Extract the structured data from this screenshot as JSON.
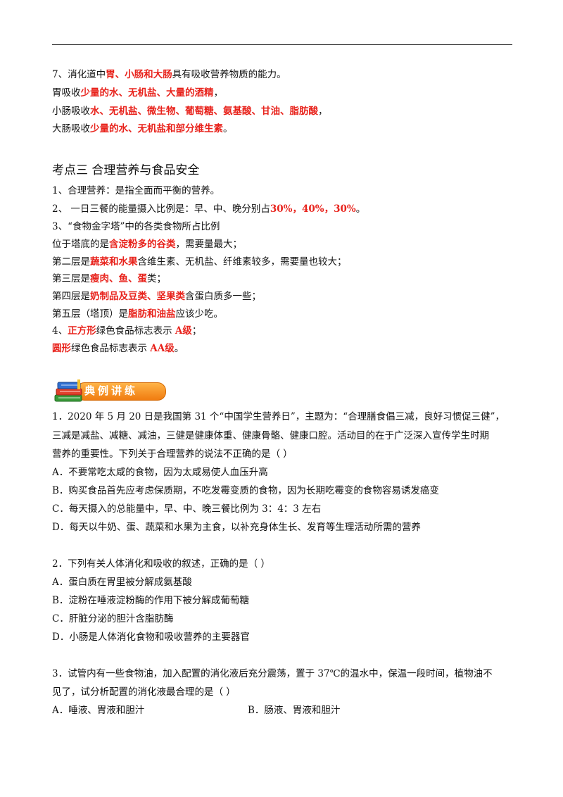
{
  "sec7": {
    "l1_a": "7、消化道中",
    "l1_red": "胃、小肠和大肠",
    "l1_b": "具有吸收营养物质的能力。",
    "l2_a": "胃吸收",
    "l2_red": "少量的水、无机盐、大量的酒精",
    "l2_b": "，",
    "l3_a": "小肠吸收",
    "l3_red": "水、无机盐、微生物、葡萄糖、氨基酸、甘油、脂肪酸",
    "l3_b": "，",
    "l4_a": "大肠吸收",
    "l4_red": "少量的水、无机盐和部分维生素",
    "l4_b": "。"
  },
  "kaodian": {
    "heading": "考点三  合理营养与食品安全",
    "p1": "1、合理营养：是指全面而平衡的营养。",
    "p2_a": "2、 一日三餐的能量摄入比例是：早、中、晚分别占",
    "p2_red": "30%，40%，30%",
    "p2_b": "。",
    "p3": "3、“食物金字塔”中的各类食物所占比例",
    "p4_a": "位于塔底的是",
    "p4_red": "含淀粉多的谷类",
    "p4_b": "，需要量最大；",
    "p5_a": "第二层是",
    "p5_red": "蔬菜和水果",
    "p5_b": "含维生素、无机盐、纤维素较多，需要量也较大；",
    "p6_a": "第三层是",
    "p6_red": "瘦肉、鱼、蛋",
    "p6_b": "类；",
    "p7_a": "第四层是",
    "p7_red1": "奶制品及豆类",
    "p7_sep": "、",
    "p7_red2": "坚果类",
    "p7_b": "含蛋白质多一些；",
    "p8_a": "第五层（塔顶）是",
    "p8_red": "脂肪和油盐",
    "p8_b": "应该少吃。",
    "p9_a": "4、",
    "p9_red1": "正方形",
    "p9_b": "绿色食品标志表示 ",
    "p9_red2": "A级",
    "p9_c": "；",
    "p10_red1": "圆形",
    "p10_b": "绿色食品标志表示 ",
    "p10_red2": "AA级",
    "p10_c": "。"
  },
  "banner": {
    "label": "典例讲练"
  },
  "q1": {
    "l1": "1．2020 年 5 月 20 日是我国第 31 个“中国学生营养日”，主题为：“合理膳食倡三减，良好习惯促三健”，",
    "l2": "三减是减盐、减糖、减油，三健是健康体重、健康骨骼、健康口腔。活动目的在于广泛深入宣传学生时期",
    "l3": "营养的重要性。下列关于合理营养的说法不正确的是（     ）",
    "A": "A．不要常吃太咸的食物，因为太咸易使人血压升高",
    "B": "B．购买食品首先应考虑保质期，不吃发霉变质的食物，因为长期吃霉变的食物容易诱发癌变",
    "C": "C．每天摄入的总能量中，早、中、晚三餐比例为 3：4：3 左右",
    "D": "D．每天以牛奶、蛋、蔬菜和水果为主食，以补充身体生长、发育等生理活动所需的营养"
  },
  "q2": {
    "stem": "2．下列有关人体消化和吸收的叙述，正确的是（     ）",
    "A": "A．蛋白质在胃里被分解成氨基酸",
    "B": "B．淀粉在唾液淀粉酶的作用下被分解成葡萄糖",
    "C": "C．肝脏分泌的胆汁含脂肪酶",
    "D": "D．小肠是人体消化食物和吸收营养的主要器官"
  },
  "q3": {
    "l1": "3．试管内有一些食物油，加入配置的消化液后充分震荡，置于 37℃的温水中，保温一段时间，植物油不",
    "l2": "见了，试分析配置的消化液最合理的是（     ）",
    "A": "A．唾液、胃液和胆汁",
    "B": "B．肠液、胃液和胆汁"
  }
}
